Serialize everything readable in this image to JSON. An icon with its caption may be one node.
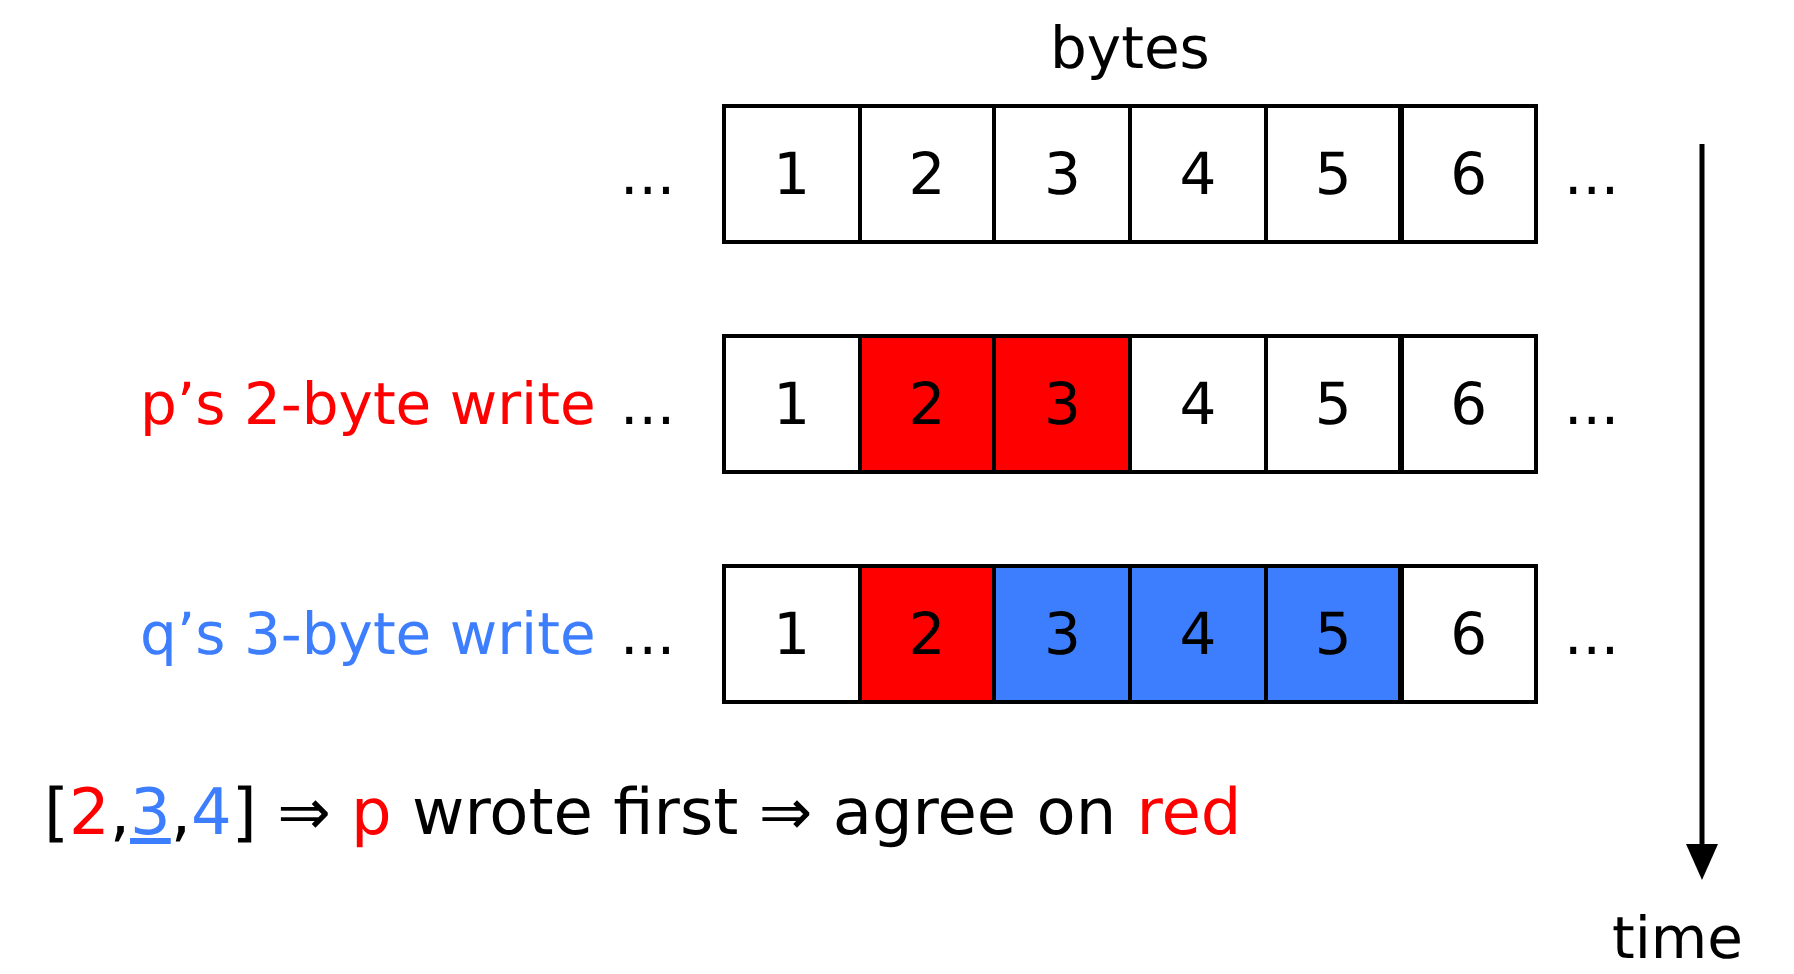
{
  "diagram": {
    "labels": [
      "bytes",
      "...",
      "1",
      "2",
      "3",
      "4",
      "5",
      "6",
      "...",
      "p’s 2-byte write",
      "...",
      "1",
      "2",
      "3",
      "4",
      "5",
      "6",
      "...",
      "q’s 3-byte write",
      "...",
      "1",
      "2",
      "3",
      "4",
      "5",
      "6",
      "...",
      "[2,3,4] ⇒ p wrote first ⇒ agree on red",
      "time"
    ]
  }
}
